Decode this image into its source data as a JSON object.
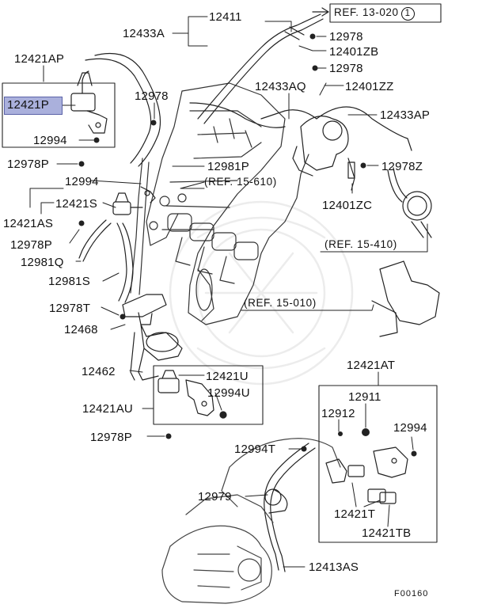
{
  "diagram_code": "F00160",
  "highlighted_part": "12421P",
  "refs": {
    "ref_13_020": "REF. 13-020",
    "ref_13_020_circle": "1",
    "ref_15_610": "(REF. 15-610)",
    "ref_15_410": "(REF. 15-410)",
    "ref_15_010": "(REF. 15-010)"
  },
  "labels": {
    "p12411": "12411",
    "p12433A": "12433A",
    "p12978_a": "12978",
    "p12401ZB": "12401ZB",
    "p12978_b": "12978",
    "p12421AP": "12421AP",
    "p12433AQ": "12433AQ",
    "p12401ZZ": "12401ZZ",
    "p12421P": "12421P",
    "p12978_c": "12978",
    "p12433AP": "12433AP",
    "p12994_a": "12994",
    "p12978P_a": "12978P",
    "p12981P": "12981P",
    "p12978Z": "12978Z",
    "p12994_b": "12994",
    "p12421S": "12421S",
    "p12421AS": "12421AS",
    "p12401ZC": "12401ZC",
    "p12978P_b": "12978P",
    "p12981Q": "12981Q",
    "p12981S": "12981S",
    "p12978T": "12978T",
    "p12468": "12468",
    "p12462": "12462",
    "p12421AT": "12421AT",
    "p12421U": "12421U",
    "p12994U": "12994U",
    "p12421AU": "12421AU",
    "p12911": "12911",
    "p12912": "12912",
    "p12994_c": "12994",
    "p12978P_c": "12978P",
    "p12994T": "12994T",
    "p12979": "12979",
    "p12421T": "12421T",
    "p12421TB": "12421TB",
    "p12413AS": "12413AS"
  }
}
